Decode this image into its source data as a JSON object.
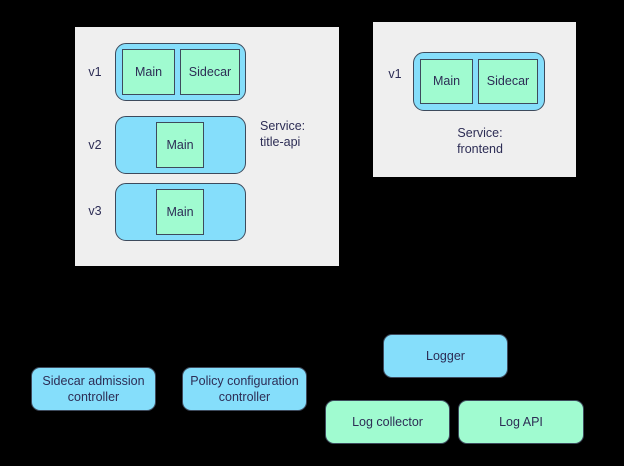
{
  "diagram": {
    "background_color": "#000000",
    "panel_color": "#efefef",
    "pod_color": "#85defb",
    "container_color": "#a0fbd0",
    "text_color": "#2d2d55",
    "border_color": "#3d4a5c"
  },
  "services": [
    {
      "name": "service-title-api",
      "label": "Service:\ntitle-api",
      "versions": [
        {
          "version_label": "v1",
          "containers": [
            {
              "label": "Main"
            },
            {
              "label": "Sidecar"
            }
          ]
        },
        {
          "version_label": "v2",
          "containers": [
            {
              "label": "Main"
            }
          ]
        },
        {
          "version_label": "v3",
          "containers": [
            {
              "label": "Main"
            }
          ]
        }
      ]
    },
    {
      "name": "service-frontend",
      "label": "Service:\nfrontend",
      "versions": [
        {
          "version_label": "v1",
          "containers": [
            {
              "label": "Main"
            },
            {
              "label": "Sidecar"
            }
          ]
        }
      ]
    }
  ],
  "controllers": [
    {
      "label": "Sidecar admission\ncontroller",
      "color": "blue"
    },
    {
      "label": "Policy configuration\ncontroller",
      "color": "blue"
    }
  ],
  "logging": {
    "logger": {
      "label": "Logger",
      "color": "blue"
    },
    "collectors": [
      {
        "label": "Log collector",
        "color": "green"
      },
      {
        "label": "Log API",
        "color": "green"
      }
    ]
  }
}
